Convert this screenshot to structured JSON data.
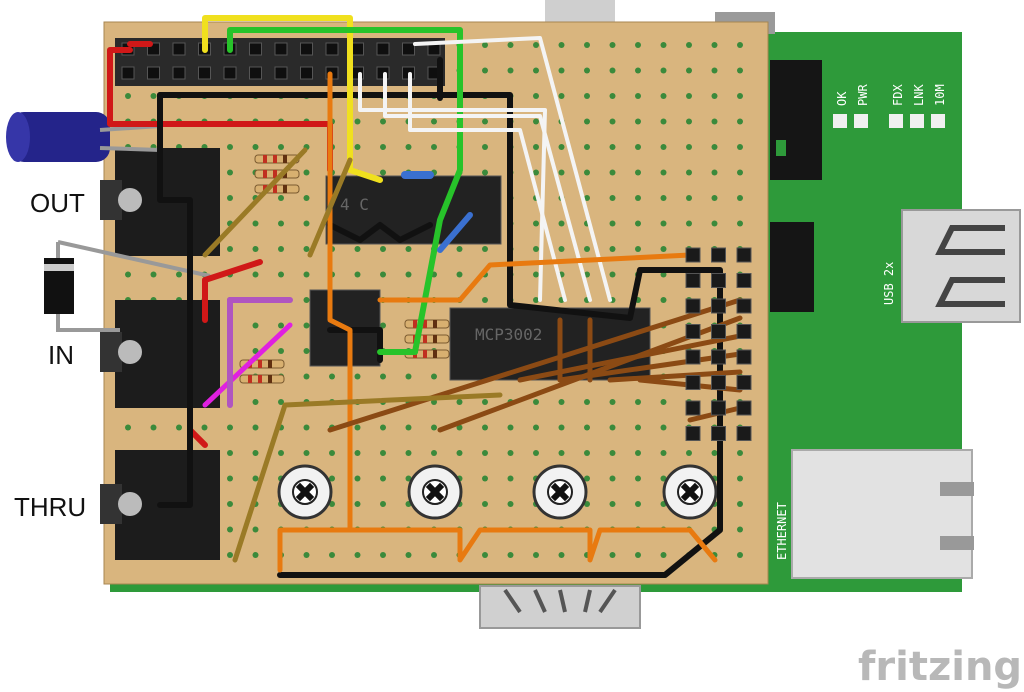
{
  "labels": {
    "out": "OUT",
    "in": "IN",
    "thru": "THRU"
  },
  "pi": {
    "leds": [
      "OK",
      "PWR",
      "FDX",
      "LNK",
      "10M"
    ],
    "usb": "USB 2x",
    "ethernet": "ETHERNET"
  },
  "chips": {
    "adc": "MCP3002"
  },
  "brand": "fritzing",
  "colors": {
    "pcb_green": "#2e9a3a",
    "stripboard": "#d9b57e",
    "hole": "#3b8a3b",
    "wire_red": "#d01818",
    "wire_black": "#111111",
    "wire_white": "#f4f4f4",
    "wire_yellow": "#f0e01e",
    "wire_green": "#27c32a",
    "wire_orange": "#e87a10",
    "wire_brown": "#8b4a14",
    "wire_olive": "#9a7a26",
    "wire_magenta": "#e020e0"
  }
}
